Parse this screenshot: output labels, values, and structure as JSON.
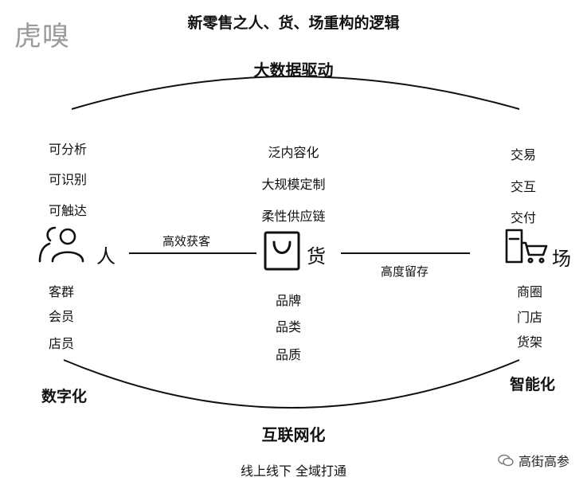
{
  "logo": "虎嗅",
  "title": "新零售之人、货、场重构的逻辑",
  "top_arc_label": "大数据驱动",
  "bottom_arc_label": "互联网化",
  "bottom_caption": "线上线下 全域打通",
  "nodes": {
    "person": {
      "label": "人",
      "upper": [
        "可分析",
        "可识别",
        "可触达"
      ],
      "lower": [
        "客群",
        "会员",
        "店员"
      ],
      "corner": "数字化"
    },
    "goods": {
      "label": "货",
      "upper": [
        "泛内容化",
        "大规模定制",
        "柔性供应链"
      ],
      "lower": [
        "品牌",
        "品类",
        "品质"
      ]
    },
    "place": {
      "label": "场",
      "upper": [
        "交易",
        "交互",
        "交付"
      ],
      "lower": [
        "商圈",
        "门店",
        "货架"
      ],
      "corner": "智能化"
    }
  },
  "links": {
    "person_goods": "高效获客",
    "goods_place": "高度留存"
  },
  "watermark": "高街高参"
}
